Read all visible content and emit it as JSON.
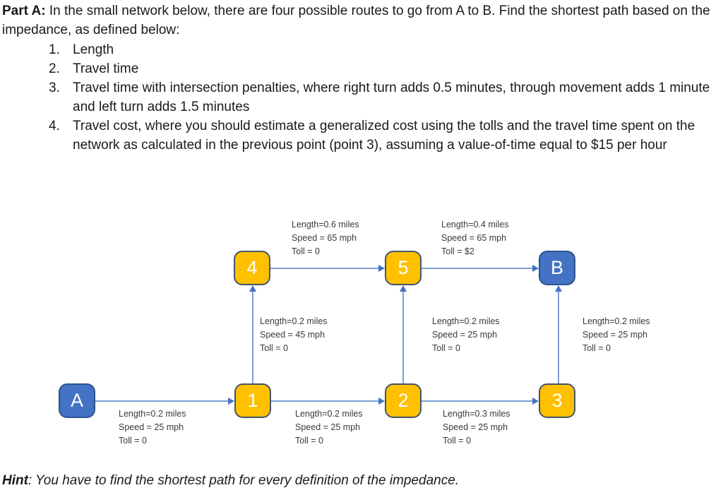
{
  "document": {
    "intro": {
      "bold": "Part A:",
      "text": " In the small network below, there are four possible routes to go from A to B. Find the shortest path based on the impedance, as defined below:"
    },
    "list": [
      {
        "num": "1.",
        "text": "Length"
      },
      {
        "num": "2.",
        "text": "Travel time"
      },
      {
        "num": "3.",
        "text": "Travel time with intersection penalties, where right turn adds 0.5 minutes, through movement adds 1 minute and left turn adds 1.5 minutes"
      },
      {
        "num": "4.",
        "text": "Travel cost, where you should estimate a generalized cost using the tolls and the travel time spent on the network as calculated in the previous point (point 3), assuming a value-of-time equal to $15 per hour"
      }
    ],
    "hint": {
      "bold": "Hint",
      "text": ": You have to find the shortest path for every definition of the impedance."
    }
  },
  "network": {
    "colors": {
      "node_blue_fill": "#4472C4",
      "node_blue_border": "#2F528F",
      "node_orange_fill": "#FFC000",
      "node_orange_border": "#44546A",
      "connector_line": "#7C9DD4",
      "arrowhead": "#4472C4",
      "node_text": "#FFFFFF"
    },
    "nodes": [
      {
        "id": "A",
        "label": "A",
        "type": "origin"
      },
      {
        "id": "1",
        "label": "1",
        "type": "intersection"
      },
      {
        "id": "2",
        "label": "2",
        "type": "intersection"
      },
      {
        "id": "3",
        "label": "3",
        "type": "intersection"
      },
      {
        "id": "4",
        "label": "4",
        "type": "intersection"
      },
      {
        "id": "5",
        "label": "5",
        "type": "intersection"
      },
      {
        "id": "B",
        "label": "B",
        "type": "destination"
      }
    ],
    "edges": [
      {
        "from": "A",
        "to": "1",
        "length_miles": 0.2,
        "speed_mph": 25,
        "toll": "0",
        "label_lines": [
          "Length=0.2 miles",
          "Speed = 25 mph",
          "Toll = 0"
        ]
      },
      {
        "from": "1",
        "to": "2",
        "length_miles": 0.2,
        "speed_mph": 25,
        "toll": "0",
        "label_lines": [
          "Length=0.2 miles",
          "Speed = 25 mph",
          "Toll = 0"
        ]
      },
      {
        "from": "2",
        "to": "3",
        "length_miles": 0.3,
        "speed_mph": 25,
        "toll": "0",
        "label_lines": [
          "Length=0.3 miles",
          "Speed = 25 mph",
          "Toll = 0"
        ]
      },
      {
        "from": "1",
        "to": "4",
        "length_miles": 0.2,
        "speed_mph": 45,
        "toll": "0",
        "label_lines": [
          "Length=0.2 miles",
          "Speed = 45 mph",
          "Toll = 0"
        ]
      },
      {
        "from": "2",
        "to": "5",
        "length_miles": 0.2,
        "speed_mph": 25,
        "toll": "0",
        "label_lines": [
          "Length=0.2 miles",
          "Speed = 25 mph",
          "Toll = 0"
        ]
      },
      {
        "from": "3",
        "to": "B",
        "length_miles": 0.2,
        "speed_mph": 25,
        "toll": "0",
        "label_lines": [
          "Length=0.2 miles",
          "Speed = 25 mph",
          "Toll = 0"
        ]
      },
      {
        "from": "4",
        "to": "5",
        "length_miles": 0.6,
        "speed_mph": 65,
        "toll": "0",
        "label_lines": [
          "Length=0.6 miles",
          "Speed = 65 mph",
          "Toll = 0"
        ]
      },
      {
        "from": "5",
        "to": "B",
        "length_miles": 0.4,
        "speed_mph": 65,
        "toll": "$2",
        "label_lines": [
          "Length=0.4 miles",
          "Speed = 65 mph",
          "Toll = $2"
        ]
      }
    ]
  }
}
